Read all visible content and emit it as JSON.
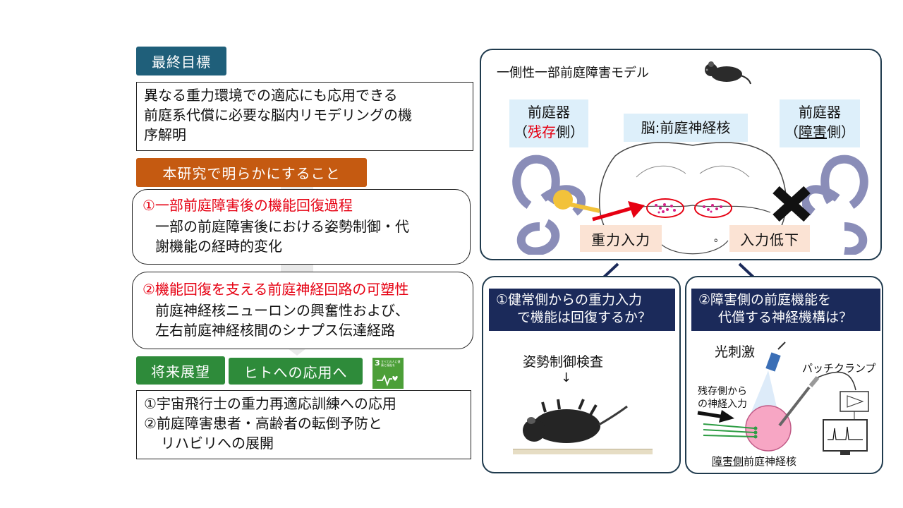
{
  "left": {
    "goal_tag": "最終目標",
    "goal_lines": [
      "異なる重力環境での適応にも応用できる",
      "前庭系代償に必要な脳内リモデリングの機",
      "序解明"
    ],
    "study_tag": "本研究で明らかにすること",
    "item1_title": "①一部前庭障害後の機能回復過程",
    "item1_lines": [
      "一部の前庭障害後における姿勢制御・代",
      "謝機能の経時的変化"
    ],
    "item2_title": "②機能回復を支える前庭神経回路の可塑性",
    "item2_lines": [
      "前庭神経核ニューロンの興奮性および、",
      "左右前庭神経核間のシナプス伝達経路"
    ],
    "future_tag": "将来展望",
    "human_tag": "ヒトへの応用へ",
    "sdg_number": "3",
    "sdg_text": "すべての人に健康と福祉を",
    "future_lines": [
      "①宇宙飛行士の重力再適応訓練への応用",
      "②前庭障害患者・高齢者の転倒予防と",
      "リハビリへの展開"
    ]
  },
  "top_panel": {
    "title": "一側性一部前庭障害モデル",
    "left_label_1": "前庭器",
    "left_label_2_open": "（",
    "left_label_2_red": "残存",
    "left_label_2_close": "側）",
    "center_label": "脳:前庭神経核",
    "right_label_1": "前庭器",
    "right_label_2_open": "（",
    "right_label_2_ul": "障害",
    "right_label_2_close": "側）",
    "gravity_label": "重力入力",
    "reduced_label": "入力低下",
    "small_mark": "。"
  },
  "bottom_left": {
    "header_1": "①健常側からの重力入力",
    "header_2": "で機能は回復するか？",
    "exam_label": "姿勢制御検査",
    "down_arrow": "↓"
  },
  "bottom_right": {
    "header_1": "②障害側の前庭機能を",
    "header_2": "代償する神経機構は？",
    "light_label": "光刺激",
    "patch_label": "パッチクランプ",
    "input_label_1": "残存側から",
    "input_label_2": "の神経入力",
    "nucleus_ul": "障害側",
    "nucleus_rest": "前庭神経核"
  },
  "colors": {
    "goal_tag": "#1f5f7a",
    "study_tag": "#c55a11",
    "future_tag": "#2e8b3a",
    "red": "#e60012",
    "navy": "#1b2a5a",
    "peach": "#fbe3d4",
    "light_blue": "#ddeffa",
    "panel_border": "#1f3a4d"
  }
}
